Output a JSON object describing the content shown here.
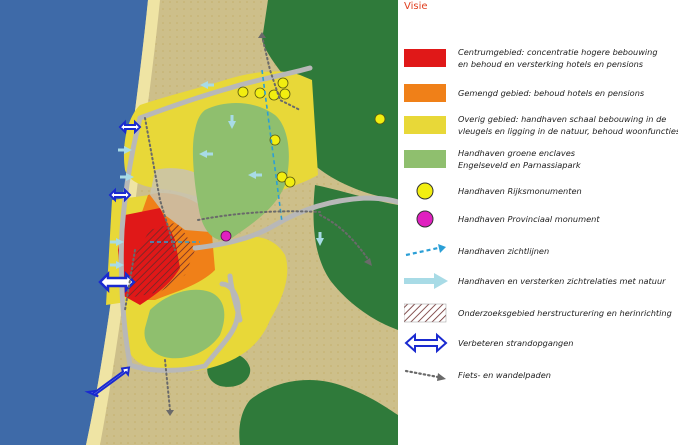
{
  "title": "Visie",
  "colors": {
    "sea": "#3e6aa8",
    "beach": "#efe4a4",
    "dune": "#cdbf8a",
    "forest": "#2f7a3a",
    "centrum": "#e01818",
    "gemengd": "#f08018",
    "overig": "#e8d838",
    "groen": "#8fbf6e",
    "rijks": "#f2ee10",
    "provinciaal": "#e020c0",
    "zichtlijn": "#2b9fd6",
    "zichtrelatie": "#a8dbe6",
    "strandopgang": "#1a2ad0",
    "fietspad": "#6a6a6a"
  },
  "legend": [
    {
      "key": "centrum",
      "symbol": "swatch",
      "color": "#e01818",
      "lines": [
        "Centrumgebied: concentratie hogere bebouwing",
        "en behoud en versterking hotels en pensions"
      ]
    },
    {
      "key": "gemengd",
      "symbol": "swatch",
      "color": "#f08018",
      "lines": [
        "Gemengd gebied: behoud hotels en pensions"
      ]
    },
    {
      "key": "overig",
      "symbol": "swatch",
      "color": "#e8d838",
      "lines": [
        "Overig gebied: handhaven schaal bebouwing in de",
        "vleugels en ligging in de natuur, behoud woonfuncties"
      ]
    },
    {
      "key": "groen",
      "symbol": "swatch",
      "color": "#8fbf6e",
      "lines": [
        "Handhaven groene enclaves",
        "Engelseveld en Parnassiapark"
      ]
    },
    {
      "key": "rijks",
      "symbol": "dot",
      "color": "#f2ee10",
      "lines": [
        "Handhaven Rijksmonumenten"
      ]
    },
    {
      "key": "provinciaal",
      "symbol": "dot",
      "color": "#e020c0",
      "lines": [
        "Handhaven Provinciaal monument"
      ]
    },
    {
      "key": "zichtlijn",
      "symbol": "dash-arrow",
      "color": "#2b9fd6",
      "lines": [
        "Handhaven zichtlijnen"
      ]
    },
    {
      "key": "zichtrelatie",
      "symbol": "wide-arrow",
      "color": "#a8dbe6",
      "lines": [
        "Handhaven en versterken zichtrelaties met natuur"
      ]
    },
    {
      "key": "onderzoek",
      "symbol": "hatch",
      "color": "#555555",
      "lines": [
        "Onderzoeksgebied herstructurering en herinrichting"
      ]
    },
    {
      "key": "strand",
      "symbol": "double-arrow",
      "color": "#1a2ad0",
      "lines": [
        "Verbeteren strandopgangen"
      ]
    },
    {
      "key": "fiets",
      "symbol": "dot-arrow",
      "color": "#6a6a6a",
      "lines": [
        "Fiets- en wandelpaden"
      ]
    }
  ]
}
